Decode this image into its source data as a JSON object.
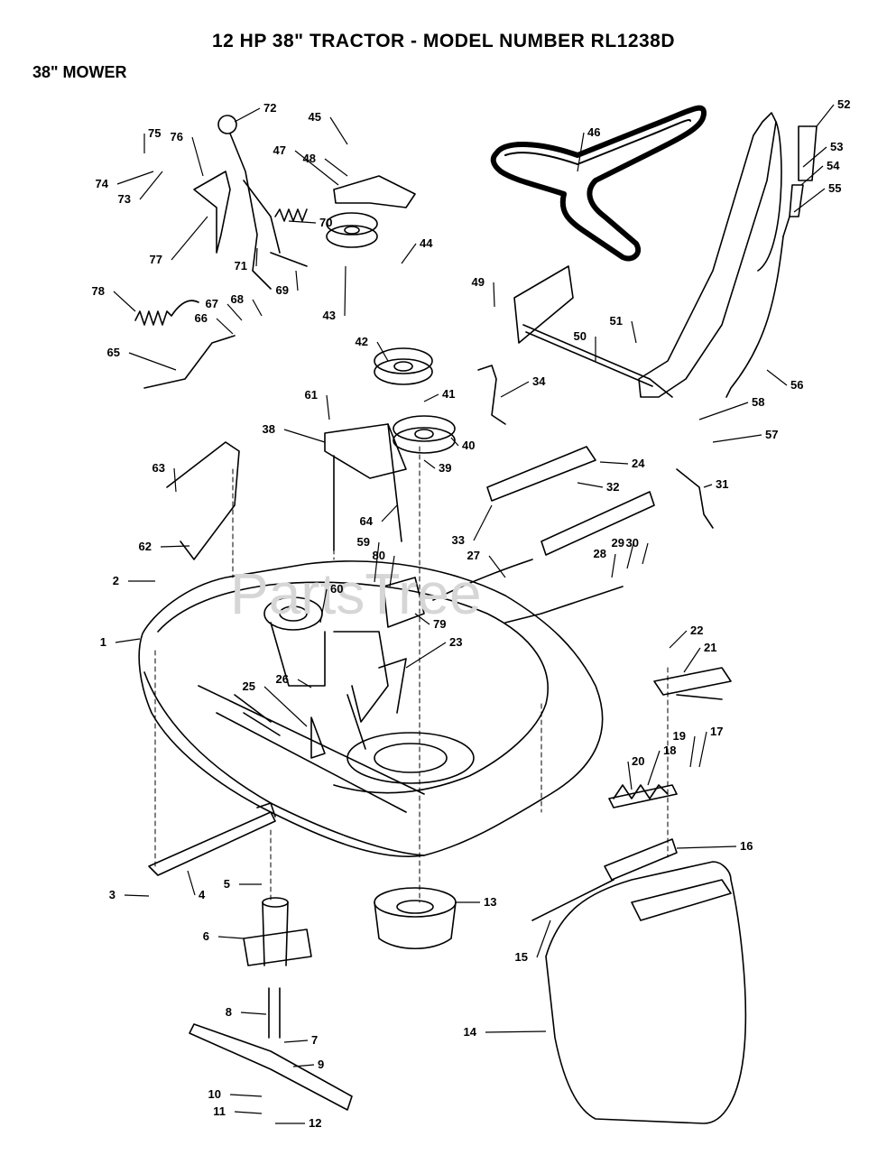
{
  "header": {
    "title": "12 HP 38\" TRACTOR - MODEL NUMBER RL1238D",
    "subtitle": "38\" MOWER"
  },
  "watermark": "PartsTree",
  "callouts": [
    "1",
    "2",
    "3",
    "4",
    "5",
    "6",
    "7",
    "8",
    "9",
    "10",
    "11",
    "12",
    "13",
    "14",
    "15",
    "16",
    "17",
    "18",
    "19",
    "20",
    "21",
    "22",
    "23",
    "24",
    "25",
    "26",
    "27",
    "28",
    "29",
    "30",
    "31",
    "32",
    "33",
    "34",
    "38",
    "39",
    "40",
    "41",
    "42",
    "43",
    "44",
    "45",
    "46",
    "47",
    "48",
    "49",
    "50",
    "51",
    "52",
    "53",
    "54",
    "55",
    "56",
    "57",
    "58",
    "59",
    "60",
    "61",
    "62",
    "63",
    "64",
    "65",
    "66",
    "67",
    "68",
    "69",
    "70",
    "71",
    "72",
    "73",
    "74",
    "75",
    "76",
    "77",
    "78",
    "79",
    "80"
  ]
}
